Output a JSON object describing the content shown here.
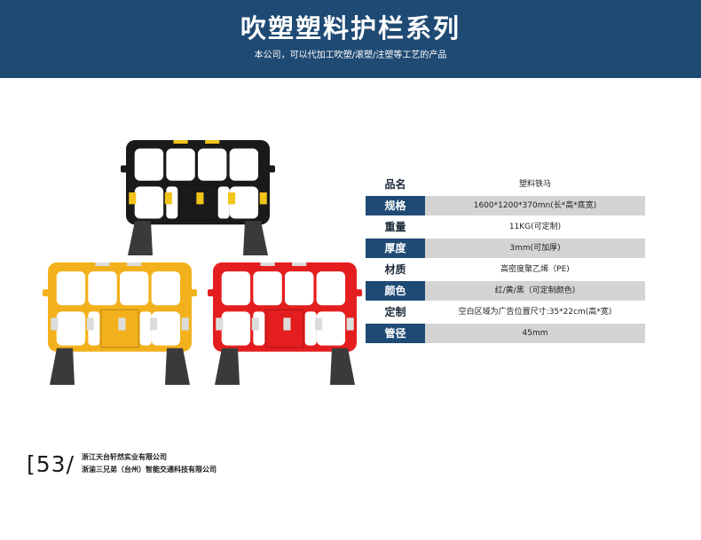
{
  "header": {
    "title": "吹塑塑料护栏系列",
    "subtitle": "本公司，可以代加工吹塑/滚塑/注塑等工艺的产品"
  },
  "products": {
    "images": [
      {
        "color_name": "black",
        "frame": "#1a1a1a",
        "stripe": "#f2c318",
        "feet": "#3a3a3a"
      },
      {
        "color_name": "yellow",
        "frame": "#f2b11c",
        "stripe": "#dcdcdc",
        "feet": "#3a3a3a"
      },
      {
        "color_name": "red",
        "frame": "#e41e1e",
        "stripe": "#dcdcdc",
        "feet": "#3a3a3a"
      }
    ]
  },
  "specs": [
    {
      "label": "品名",
      "value": "塑料铁马"
    },
    {
      "label": "规格",
      "value": "1600*1200*370mn(长*高*底宽)"
    },
    {
      "label": "重量",
      "value": "11KG(可定制)"
    },
    {
      "label": "厚度",
      "value": "3mm(可加厚)"
    },
    {
      "label": "材质",
      "value": "高密度聚乙烯（PE)"
    },
    {
      "label": "颜色",
      "value": "红/黄/黑（可定制颜色)"
    },
    {
      "label": "定制",
      "value": "空白区域为广告位置尺寸:35*22cm(高*宽)"
    },
    {
      "label": "管径",
      "value": "45mm"
    }
  ],
  "footer": {
    "page_number": "53",
    "company_1": "浙江天台轩然实业有限公司",
    "company_2": "浙渝三兄弟（台州）智能交通科技有限公司"
  },
  "colors": {
    "brand_blue": "#1f4a73",
    "cell_gray": "#d4d4d4"
  }
}
